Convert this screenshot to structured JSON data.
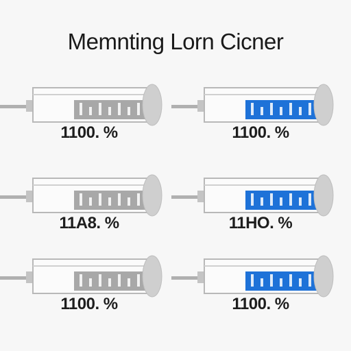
{
  "page": {
    "title": "Memnting Lorn Cicner",
    "background": "#f7f7f7"
  },
  "syringes": [
    {
      "reading": "1100. %",
      "fill_color": "#9a9a9a",
      "filled": false
    },
    {
      "reading": "1100. %",
      "fill_color": "#1e72d8",
      "filled": true
    },
    {
      "reading": "11A8. %",
      "fill_color": "#9a9a9a",
      "filled": false
    },
    {
      "reading": "11HO. %",
      "fill_color": "#1e72d8",
      "filled": true
    },
    {
      "reading": "1100. %",
      "fill_color": "#9a9a9a",
      "filled": false
    },
    {
      "reading": "1100. %",
      "fill_color": "#1e72d8",
      "filled": true
    }
  ],
  "icons": {
    "syringe": "syringe-icon"
  }
}
